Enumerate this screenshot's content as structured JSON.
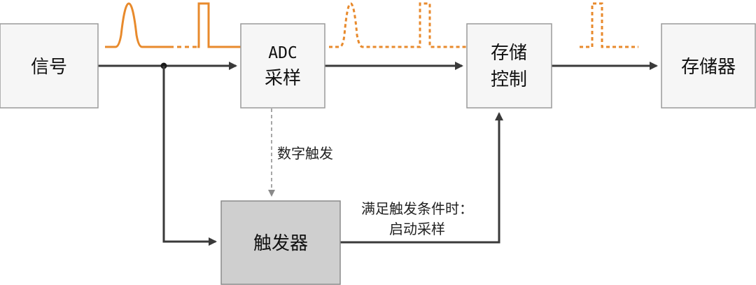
{
  "blocks": {
    "signal": {
      "label": "信号"
    },
    "adc": {
      "line1": "ADC",
      "line2": "采样"
    },
    "storage_control": {
      "line1": "存储",
      "line2": "控制"
    },
    "memory": {
      "label": "存储器"
    },
    "trigger": {
      "label": "触发器"
    }
  },
  "annotations": {
    "digital_trigger": "数字触发",
    "condition_line1": "满足触发条件时：",
    "condition_line2": "启动采样"
  },
  "colors": {
    "box_fill": "#f6f6f6",
    "trigger_fill": "#cfcfcf",
    "box_stroke": "#9a9a9a",
    "arrow": "#3a3a3a",
    "dashed_arrow": "#8a8a8a",
    "waveform": "#e88a2c"
  }
}
